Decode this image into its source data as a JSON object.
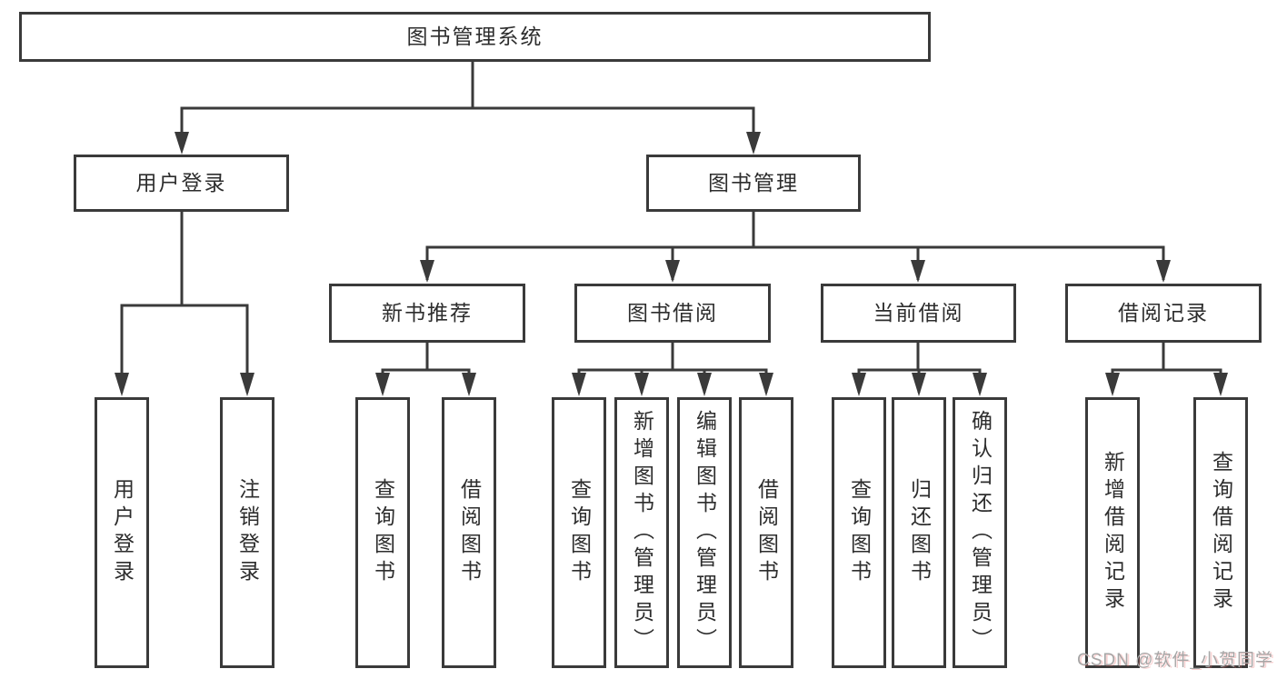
{
  "tree": {
    "root": {
      "label": "图书管理系统"
    },
    "level2": [
      {
        "label": "用户登录"
      },
      {
        "label": "图书管理"
      }
    ],
    "level3": [
      {
        "label": "新书推荐"
      },
      {
        "label": "图书借阅"
      },
      {
        "label": "当前借阅"
      },
      {
        "label": "借阅记录"
      }
    ],
    "leaves": [
      {
        "label": "用户登录"
      },
      {
        "label": "注销登录"
      },
      {
        "label": "查询图书"
      },
      {
        "label": "借阅图书"
      },
      {
        "label": "查询图书"
      },
      {
        "label": "新增图书（管理员）"
      },
      {
        "label": "编辑图书（管理员）"
      },
      {
        "label": "借阅图书"
      },
      {
        "label": "查询图书"
      },
      {
        "label": "归还图书"
      },
      {
        "label": "确认归还（管理员）"
      },
      {
        "label": "新增借阅记录"
      },
      {
        "label": "查询借阅记录"
      }
    ]
  },
  "watermark": "CSDN @软件_小贺同学",
  "colors": {
    "line": "#3a3a3a",
    "text": "#2d2d2d",
    "box_fill": "#ffffff",
    "watermark": "#a6a6a6"
  }
}
